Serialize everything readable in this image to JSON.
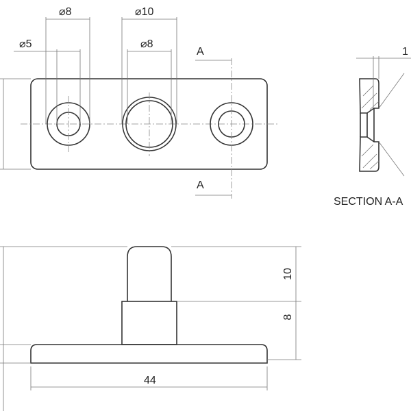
{
  "top_view": {
    "dia_outer_left": "⌀8",
    "dia_outer_center": "⌀10",
    "dia_inner_left": "⌀5",
    "dia_inner_center": "⌀8",
    "section_mark_top": "A",
    "section_mark_bottom": "A"
  },
  "section_view": {
    "dim_thickness": "1",
    "title": "SECTION A-A"
  },
  "side_view": {
    "dim_pin_height": "10",
    "dim_stem_height": "8",
    "dim_width": "44"
  }
}
